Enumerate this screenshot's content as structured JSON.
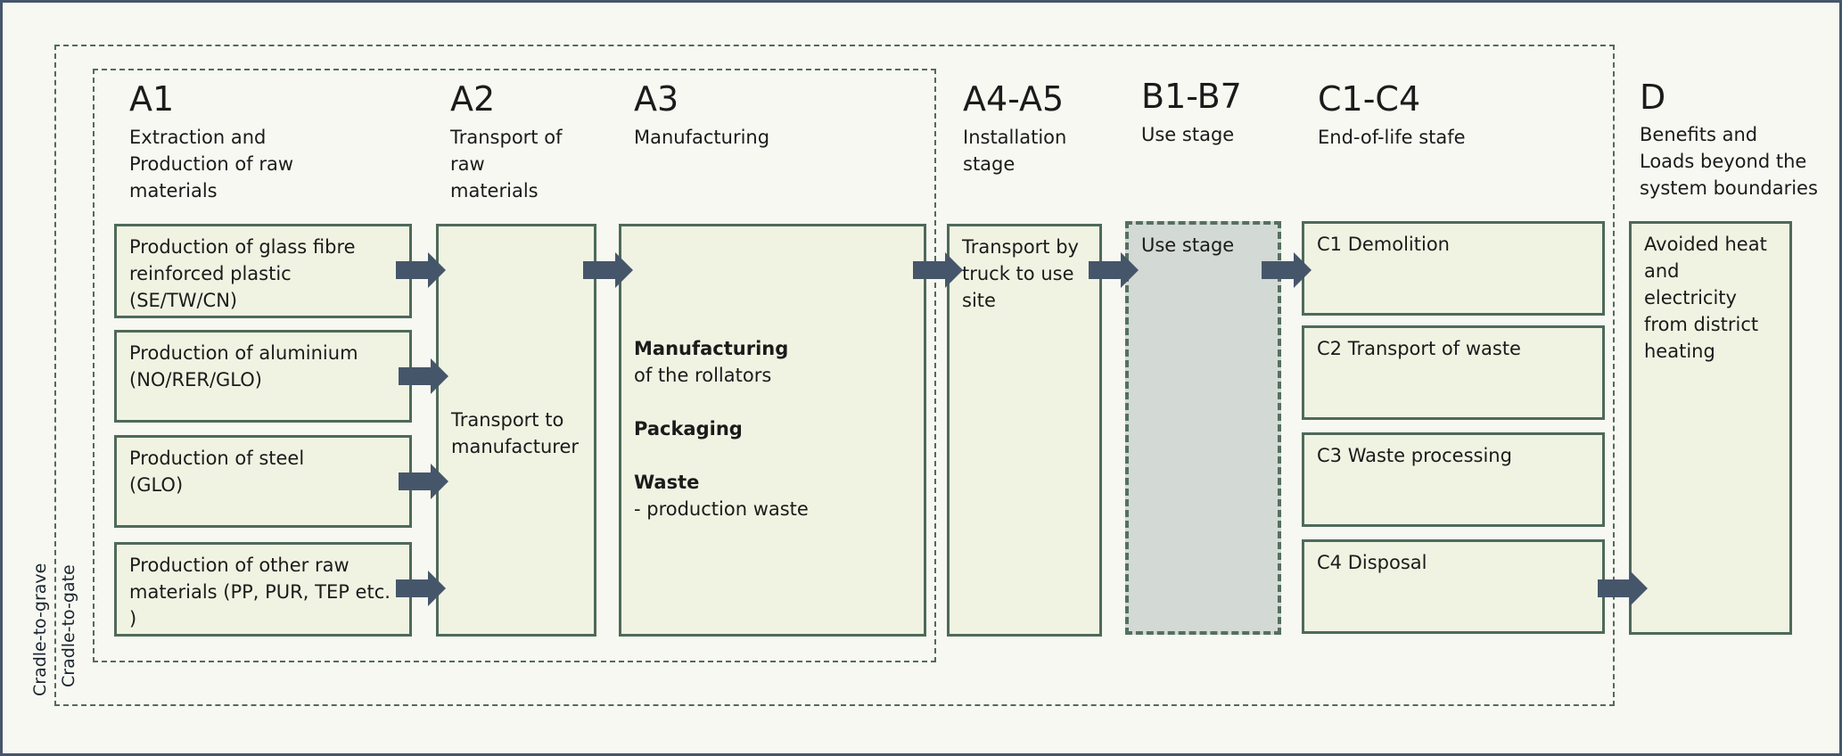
{
  "scope": {
    "cradle_to_grave": "Cradle-to-grave",
    "cradle_to_gate": "Cradle-to-gate"
  },
  "stages": {
    "a1": {
      "code": "A1",
      "title_lines": [
        "Extraction and",
        "Production of raw",
        "materials"
      ]
    },
    "a2": {
      "code": "A2",
      "title_lines": [
        "Transport of",
        "raw",
        "materials"
      ]
    },
    "a3": {
      "code": "A3",
      "title_lines": [
        "Manufacturing"
      ]
    },
    "a4a5": {
      "code": "A4-A5",
      "title_lines": [
        "Installation",
        "stage"
      ]
    },
    "b1b7": {
      "code": "B1-B7",
      "title_lines": [
        "Use stage"
      ]
    },
    "c1c4": {
      "code": "C1-C4",
      "title_lines": [
        "End-of-life stafe"
      ]
    },
    "d": {
      "code": "D",
      "title_lines": [
        "Benefits and",
        "Loads beyond the",
        "system boundaries"
      ]
    }
  },
  "boxes": {
    "glass_fibre": [
      "Production of glass fibre",
      "reinforced plastic",
      "(SE/TW/CN)"
    ],
    "aluminium": [
      "Production of aluminium",
      "(NO/RER/GLO)"
    ],
    "steel": [
      "Production of steel",
      "(GLO)"
    ],
    "other_raw": [
      "Production of other raw",
      "materials (PP, PUR, TEP etc. )"
    ],
    "transport_manufacturer": [
      "Transport to",
      "manufacturer"
    ],
    "manufacturing": {
      "heading1": "Manufacturing",
      "line1": "of the rollators",
      "heading2": "Packaging",
      "heading3": "Waste",
      "line3": "- production waste"
    },
    "transport_truck": [
      "Transport by",
      "truck to use",
      "site"
    ],
    "use_stage": [
      "Use stage"
    ],
    "c1": [
      "C1 Demolition"
    ],
    "c2": [
      "C2 Transport of waste"
    ],
    "c3": [
      "C3 Waste processing"
    ],
    "c4": [
      "C4 Disposal"
    ],
    "avoided": [
      "Avoided heat",
      "and electricity",
      "from district",
      "heating"
    ]
  },
  "colors": {
    "arrow": "#46566a",
    "box_border": "#4e6a5a",
    "box_fill": "#f0f3e2",
    "use_fill": "#d3d9d4",
    "background": "#f7f8f1"
  }
}
